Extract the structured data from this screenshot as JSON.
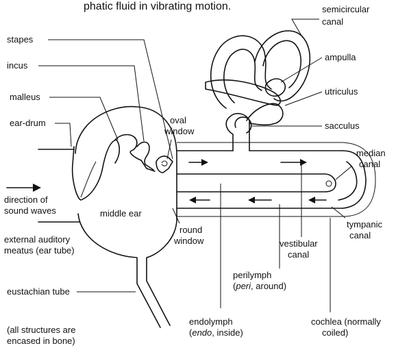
{
  "header_partial": "phatic fluid in vibrating motion.",
  "labels": {
    "stapes": "stapes",
    "incus": "incus",
    "malleus": "malleus",
    "ear_drum": "ear-drum",
    "direction_1": "direction of",
    "direction_2": "sound waves",
    "middle_ear": "middle ear",
    "external_1": "external auditory",
    "external_2": "meatus (ear tube)",
    "eustachian": "eustachian tube",
    "all_1": "(all structures are",
    "all_2": "encased in bone)",
    "oval_1": "oval",
    "oval_2": "window",
    "round_1": "round",
    "round_2": "window",
    "semi_1": "semicircular",
    "semi_2": "canal",
    "ampulla": "ampulla",
    "utriculus": "utriculus",
    "sacculus": "sacculus",
    "median_1": "median",
    "median_2": "canal",
    "tympanic_1": "tympanic",
    "tympanic_2": "canal",
    "vestibular_1": "vestibular",
    "vestibular_2": "canal",
    "perilymph_1": "perilymph",
    "perilymph_2a": "peri",
    "perilymph_2b": ", around)",
    "perilymph_paren": "(",
    "endolymph_1": "endolymph",
    "endolymph_2a": "endo",
    "endolymph_2b": ", inside)",
    "endolymph_paren": "(",
    "cochlea_1": "cochlea (normally",
    "cochlea_2": "coiled)"
  },
  "colors": {
    "ink": "#111111",
    "background": "#ffffff"
  }
}
